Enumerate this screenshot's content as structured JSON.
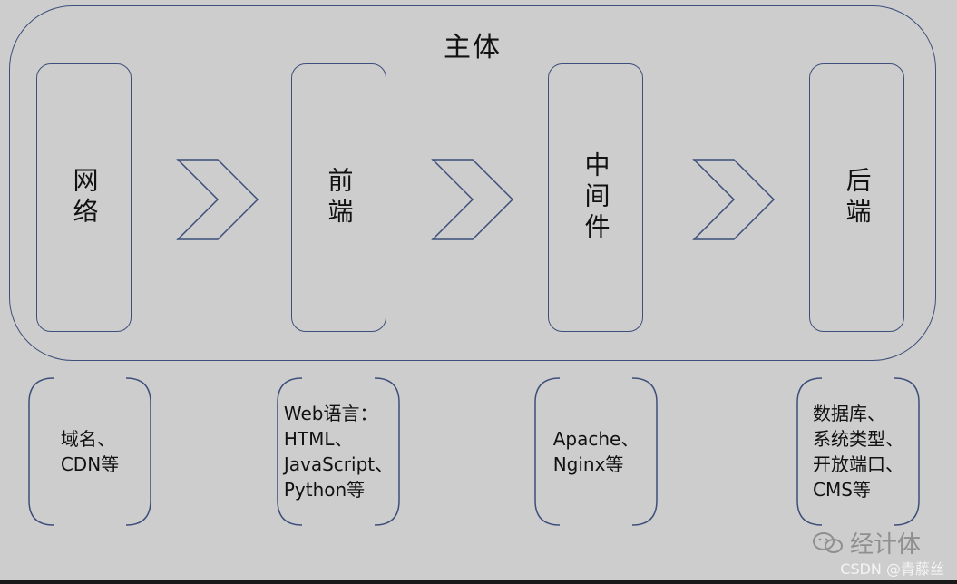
{
  "diagram": {
    "title": "主体",
    "stages": [
      {
        "id": "network",
        "label": "网络"
      },
      {
        "id": "frontend",
        "label": "前端"
      },
      {
        "id": "middleware",
        "label": "中间件"
      },
      {
        "id": "backend",
        "label": "后端"
      }
    ],
    "notes": [
      {
        "id": "network",
        "text": "域名、\nCDN等"
      },
      {
        "id": "frontend",
        "text": "Web语言：\nHTML、\nJavaScript、\nPython等"
      },
      {
        "id": "middleware",
        "text": "Apache、\nNginx等"
      },
      {
        "id": "backend",
        "text": "数据库、\n系统类型、\n开放端口、\nCMS等"
      }
    ],
    "colors": {
      "background": "#cdcdcd",
      "outline": "#3d4f7a",
      "text": "#111111"
    }
  },
  "watermark": {
    "main": "经计体",
    "sub": "CSDN @青藤丝",
    "icon": "wechat-icon"
  }
}
